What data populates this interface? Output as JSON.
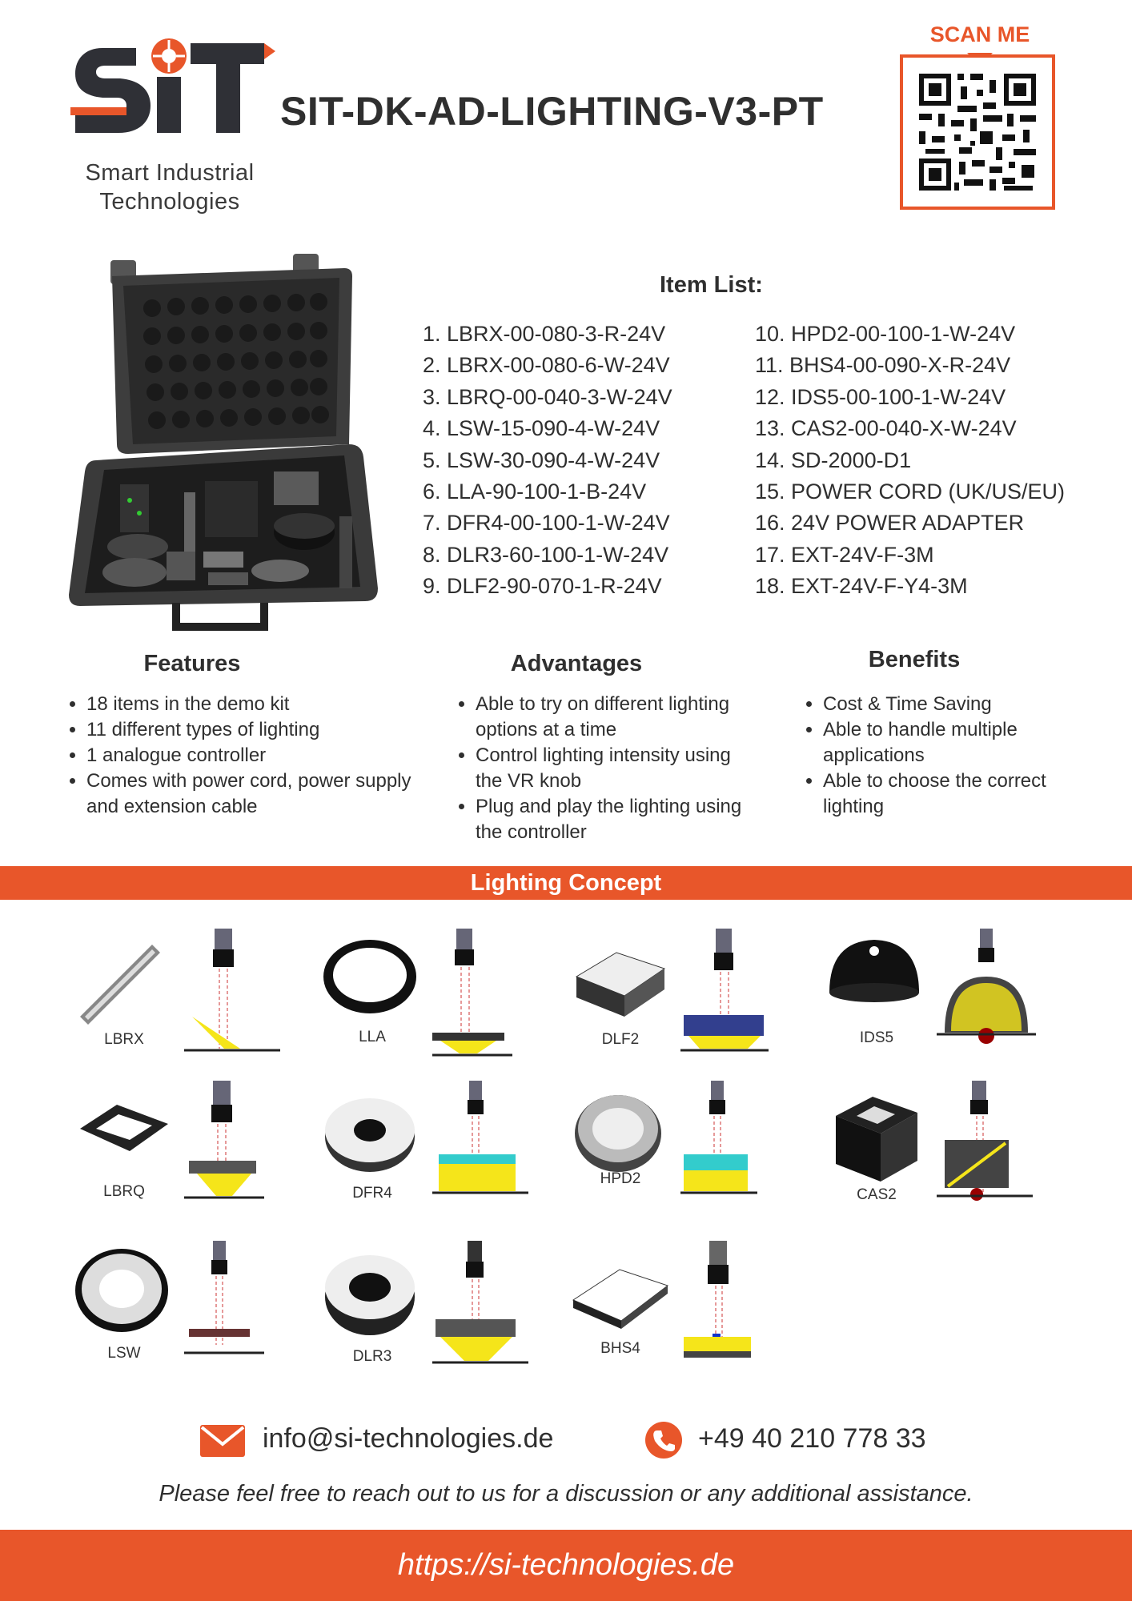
{
  "brand": {
    "logo_text": "SiT",
    "tagline_line1": "Smart Industrial",
    "tagline_line2": "Technologies",
    "accent_color": "#e8562a",
    "dark_color": "#2f3036"
  },
  "header": {
    "title": "SIT-DK-AD-LIGHTING-V3-PT",
    "qr_label": "SCAN ME"
  },
  "item_list": {
    "title": "Item List:",
    "left": [
      "1. LBRX-00-080-3-R-24V",
      "2. LBRX-00-080-6-W-24V",
      "3. LBRQ-00-040-3-W-24V",
      "4. LSW-15-090-4-W-24V",
      "5. LSW-30-090-4-W-24V",
      "6. LLA-90-100-1-B-24V",
      "7. DFR4-00-100-1-W-24V",
      "8. DLR3-60-100-1-W-24V",
      "9. DLF2-90-070-1-R-24V"
    ],
    "right": [
      "10. HPD2-00-100-1-W-24V",
      "11. BHS4-00-090-X-R-24V",
      "12. IDS5-00-100-1-W-24V",
      "13. CAS2-00-040-X-W-24V",
      "14. SD-2000-D1",
      "15. POWER CORD (UK/US/EU)",
      "16. 24V POWER ADAPTER",
      "17. EXT-24V-F-3M",
      "18. EXT-24V-F-Y4-3M"
    ]
  },
  "features": {
    "title": "Features",
    "items": [
      "18 items in the demo kit",
      "11 different types of lighting",
      "1 analogue controller",
      "Comes with power cord, power supply and extension cable"
    ]
  },
  "advantages": {
    "title": "Advantages",
    "items": [
      "Able to try on different lighting options at a time",
      "Control lighting intensity using the VR knob",
      "Plug and play the lighting using the controller"
    ]
  },
  "benefits": {
    "title": "Benefits",
    "items": [
      "Cost & Time Saving",
      "Able to handle multiple applications",
      "Able to choose the correct lighting"
    ]
  },
  "concept": {
    "title": "Lighting Concept",
    "products": [
      "LBRX",
      "LLA",
      "DLF2",
      "IDS5",
      "LBRQ",
      "DFR4",
      "HPD2",
      "CAS2",
      "LSW",
      "DLR3",
      "BHS4"
    ]
  },
  "contact": {
    "email": "info@si-technologies.de",
    "phone": "+49 40 210 778 33",
    "note": "Please feel free to reach out to us for a discussion or any additional assistance."
  },
  "footer": {
    "url": "https://si-technologies.de"
  }
}
